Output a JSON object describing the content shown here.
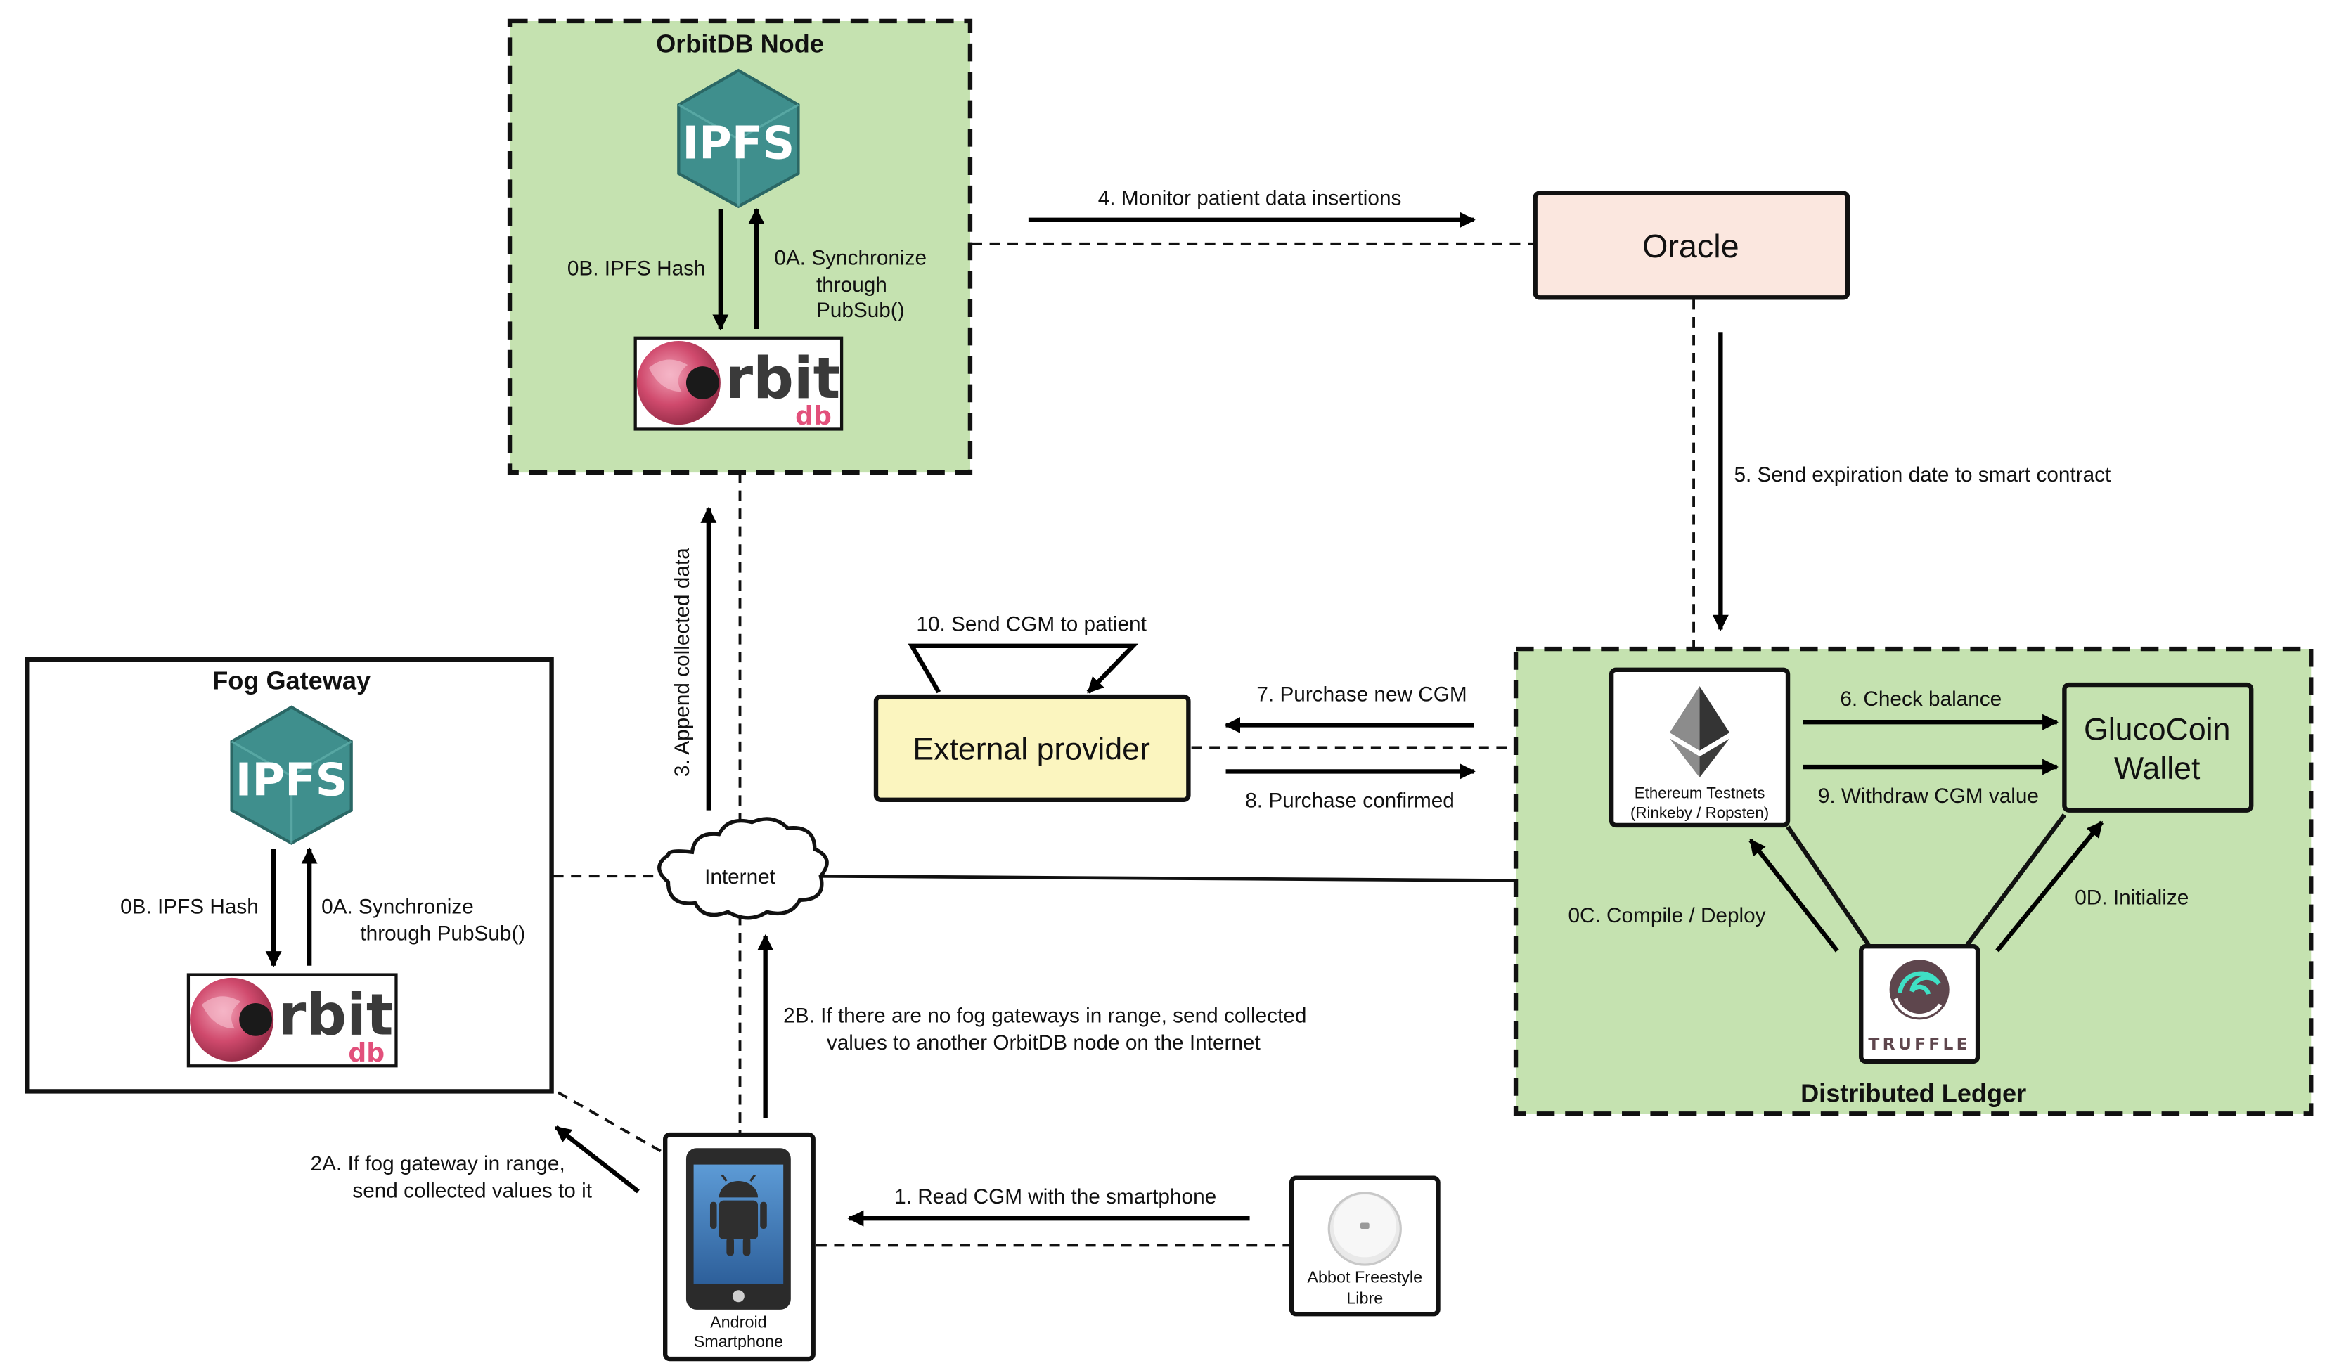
{
  "orbitdb_node": {
    "title": "OrbitDB Node",
    "ipfs_label": "IPFS",
    "hash_label": "0B. IPFS Hash",
    "sync_lines": [
      "0A. Synchronize",
      "through",
      "PubSub()"
    ],
    "orbit_label": "rbit",
    "db_label": "db"
  },
  "fog_gateway": {
    "title": "Fog Gateway",
    "ipfs_label": "IPFS",
    "hash_label": "0B. IPFS Hash",
    "sync_lines": [
      "0A. Synchronize",
      "through PubSub()"
    ],
    "orbit_label": "rbit",
    "db_label": "db"
  },
  "oracle": {
    "label": "Oracle"
  },
  "external_provider": {
    "label": "External provider"
  },
  "internet": {
    "label": "Internet"
  },
  "ethereum": {
    "lines": [
      "Ethereum Testnets",
      "(Rinkeby / Ropsten)"
    ]
  },
  "wallet": {
    "lines": [
      "GlucoCoin",
      "Wallet"
    ]
  },
  "truffle": {
    "label": "TRUFFLE"
  },
  "distributed_ledger": {
    "title": "Distributed Ledger"
  },
  "android": {
    "lines": [
      "Android",
      "Smartphone"
    ]
  },
  "abbot": {
    "lines": [
      "Abbot Freestyle",
      "Libre"
    ]
  },
  "steps": {
    "s1": "1. Read CGM with the smartphone",
    "s2a": [
      "2A. If fog gateway in range,",
      "send collected values to it"
    ],
    "s2b": [
      "2B. If there are no fog gateways in range, send collected",
      "values to another OrbitDB node on the Internet"
    ],
    "s3": "3. Append collected data",
    "s4": "4. Monitor patient data insertions",
    "s5": "5. Send expiration date to smart contract",
    "s6": "6. Check balance",
    "s7": "7. Purchase new CGM",
    "s8": "8. Purchase confirmed",
    "s9": "9. Withdraw CGM value",
    "s10": "10. Send CGM to patient",
    "s0c": "0C. Compile / Deploy",
    "s0d": "0D. Initialize"
  },
  "colors": {
    "green_fill": "#c5e2b0",
    "oracle_fill": "#fbe7df",
    "provider_fill": "#fbf5bf",
    "ipfs_teal": "#3f8f8d",
    "orbit_pink": "#e2507b"
  }
}
